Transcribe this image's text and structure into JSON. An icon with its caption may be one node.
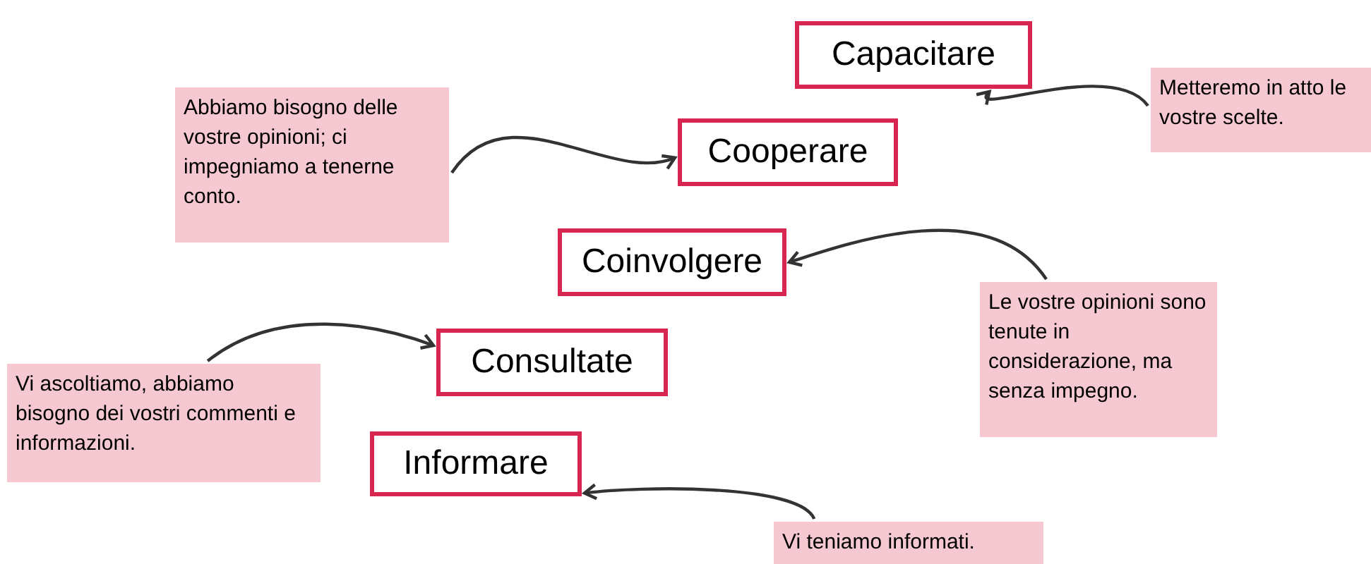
{
  "diagram": {
    "nodes": [
      {
        "text": [
          "Capacitare"
        ]
      },
      {
        "text": [
          "Metteremo in atto le vostre scelte."
        ]
      },
      {
        "text": [
          "Abbiamo bisogno delle vostre opinioni; ci impegniamo a tenerne conto."
        ]
      },
      {
        "text": [
          "Cooperare"
        ]
      },
      {
        "text": [
          "Coinvolgere"
        ]
      },
      {
        "text": [
          "Le vostre opinioni sono tenute in considerazione, ma senza impegno."
        ]
      },
      {
        "text": [
          "Consultate"
        ]
      },
      {
        "text": [
          "Vi ascoltiamo, abbiamo bisogno dei vostri commenti e informazioni."
        ]
      },
      {
        "text": [
          "Informare"
        ]
      },
      {
        "text": [
          "Vi teniamo informati."
        ]
      }
    ],
    "edges": [
      {
        "from": 1,
        "to": 0,
        "arrow": "to"
      },
      {
        "from": 2,
        "to": 3,
        "arrow": "to"
      },
      {
        "from": 5,
        "to": 4,
        "arrow": "to"
      },
      {
        "from": 7,
        "to": 6,
        "arrow": "to"
      },
      {
        "from": 9,
        "to": 8,
        "arrow": "to"
      }
    ]
  }
}
